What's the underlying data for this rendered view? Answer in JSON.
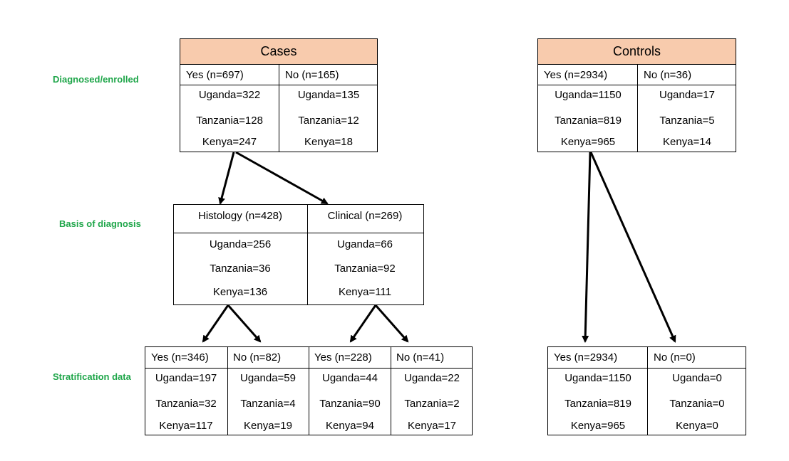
{
  "row_labels": {
    "diagnosed": "Diagnosed/enrolled",
    "basis": "Basis of diagnosis",
    "stratification": "Stratification data"
  },
  "cases": {
    "title": "Cases",
    "yes": {
      "header": "Yes (n=697)",
      "uganda": "Uganda=322",
      "tanzania": "Tanzania=128",
      "kenya": "Kenya=247"
    },
    "no": {
      "header": "No (n=165)",
      "uganda": "Uganda=135",
      "tanzania": "Tanzania=12",
      "kenya": "Kenya=18"
    }
  },
  "controls": {
    "title": "Controls",
    "yes": {
      "header": "Yes (n=2934)",
      "uganda": "Uganda=1150",
      "tanzania": "Tanzania=819",
      "kenya": "Kenya=965"
    },
    "no": {
      "header": "No (n=36)",
      "uganda": "Uganda=17",
      "tanzania": "Tanzania=5",
      "kenya": "Kenya=14"
    }
  },
  "basis": {
    "histology": {
      "header": "Histology (n=428)",
      "uganda": "Uganda=256",
      "tanzania": "Tanzania=36",
      "kenya": "Kenya=136"
    },
    "clinical": {
      "header": "Clinical (n=269)",
      "uganda": "Uganda=66",
      "tanzania": "Tanzania=92",
      "kenya": "Kenya=111"
    }
  },
  "strat_cases": [
    {
      "header": "Yes (n=346)",
      "uganda": "Uganda=197",
      "tanzania": "Tanzania=32",
      "kenya": "Kenya=117"
    },
    {
      "header": "No (n=82)",
      "uganda": "Uganda=59",
      "tanzania": "Tanzania=4",
      "kenya": "Kenya=19"
    },
    {
      "header": "Yes (n=228)",
      "uganda": "Uganda=44",
      "tanzania": "Tanzania=90",
      "kenya": "Kenya=94"
    },
    {
      "header": "No (n=41)",
      "uganda": "Uganda=22",
      "tanzania": "Tanzania=2",
      "kenya": "Kenya=17"
    }
  ],
  "strat_controls": [
    {
      "header": "Yes (n=2934)",
      "uganda": "Uganda=1150",
      "tanzania": "Tanzania=819",
      "kenya": "Kenya=965"
    },
    {
      "header": "No (n=0)",
      "uganda": "Uganda=0",
      "tanzania": "Tanzania=0",
      "kenya": "Kenya=0"
    }
  ],
  "colors": {
    "header_fill": "#f8cbad",
    "row_label": "#1fa64a",
    "line": "#000000"
  }
}
